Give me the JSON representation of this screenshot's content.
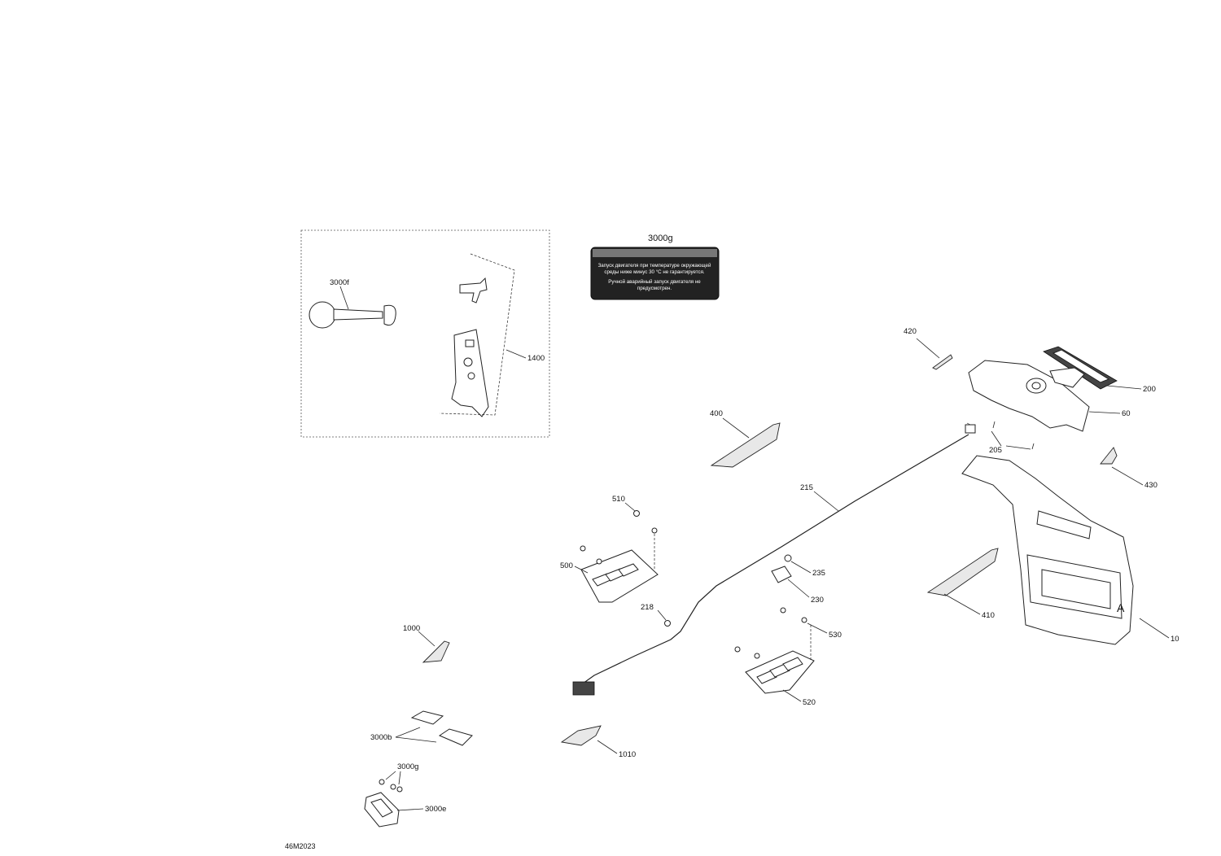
{
  "diagram": {
    "code": "46M2023",
    "warning_decal": {
      "title": "3000g",
      "line1": "Запуск двигателя при температуре окружающей",
      "line2": "среды ниже минус 30 °C не гарантируется.",
      "line3": "Ручной аварийный запуск двигателя не",
      "line4": "предусмотрен."
    },
    "callouts": {
      "c3000f": "3000f",
      "c1400": "1400",
      "c420": "420",
      "c200": "200",
      "c60": "60",
      "c400": "400",
      "c205": "205",
      "c430": "430",
      "c215": "215",
      "c510": "510",
      "c500": "500",
      "c235": "235",
      "c230": "230",
      "c218": "218",
      "c410": "410",
      "c530": "530",
      "c10": "10",
      "c1000": "1000",
      "c520": "520",
      "c3000b": "3000b",
      "c1010": "1010",
      "c3000g": "3000g",
      "c3000e": "3000e"
    }
  }
}
